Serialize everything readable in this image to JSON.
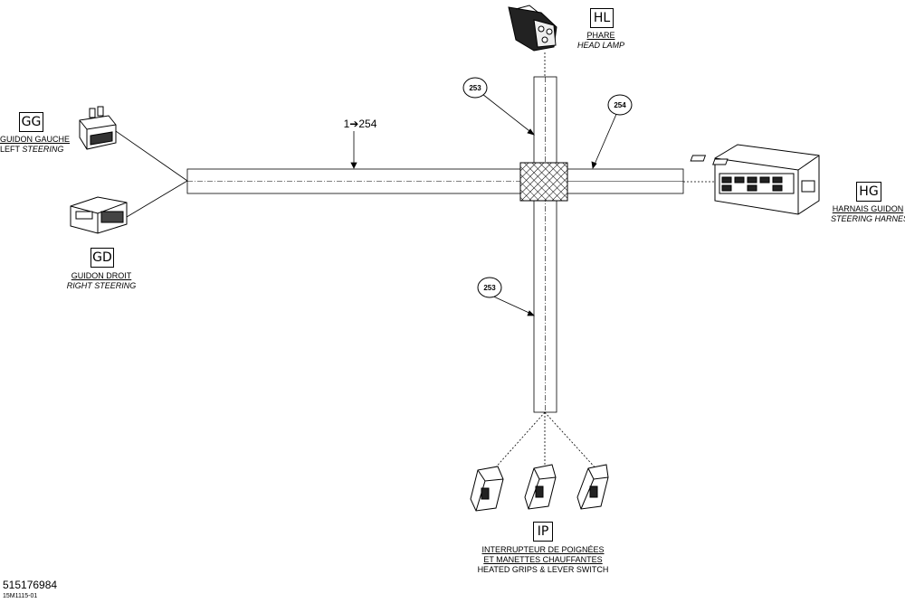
{
  "connectors": {
    "gg": {
      "code": "GG",
      "label_fr": "GUIDON GAUCHE",
      "label_en_prefix": "LEFT ",
      "label_en": "STEERING"
    },
    "gd": {
      "code": "GD",
      "label_fr": "GUIDON DROIT",
      "label_en": "RIGHT STEERING"
    },
    "hl": {
      "code": "HL",
      "label_fr": "PHARE",
      "label_en": "HEAD LAMP"
    },
    "hg": {
      "code": "HG",
      "label_fr": "HARNAIS GUIDON",
      "label_en": "STEERING HARNESS"
    },
    "ip": {
      "code": "IP",
      "label_fr_1": "INTERRUPTEUR DE POIGNÉES",
      "label_fr_2": "ET MANETTES CHAUFFANTES",
      "label_en": "HEATED GRIPS & LEVER SWITCH"
    }
  },
  "callouts": {
    "main_range": "1➔254",
    "c253_top": "253",
    "c254": "254",
    "c253_bottom": "253"
  },
  "footer": {
    "part_number": "515176984",
    "figure_ref": "15M1115-01"
  }
}
